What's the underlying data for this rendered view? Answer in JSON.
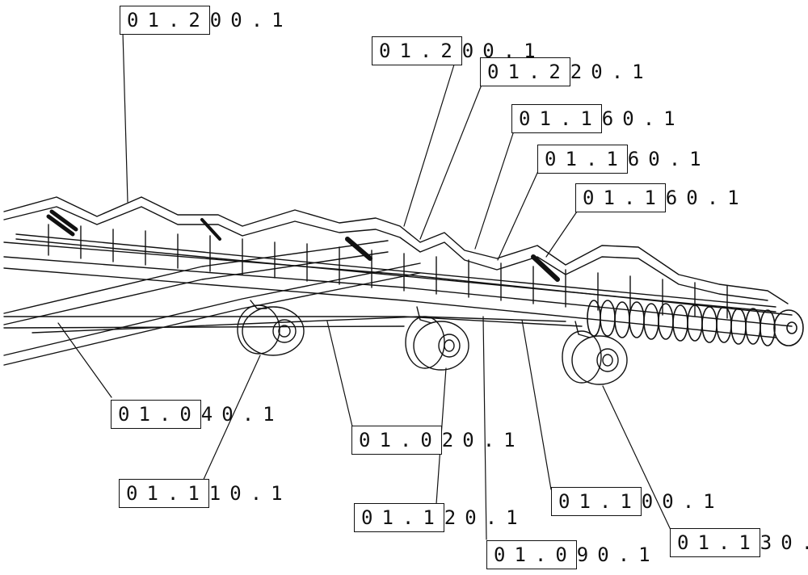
{
  "labels": [
    {
      "id": "l1",
      "boxed": "01.2",
      "rest": "00.1"
    },
    {
      "id": "l2",
      "boxed": "01.2",
      "rest": "00.1"
    },
    {
      "id": "l3",
      "boxed": "01.2",
      "rest": "20.1"
    },
    {
      "id": "l4",
      "boxed": "01.1",
      "rest": "60.1"
    },
    {
      "id": "l5",
      "boxed": "01.1",
      "rest": "60.1"
    },
    {
      "id": "l6",
      "boxed": "01.1",
      "rest": "60.1"
    },
    {
      "id": "l7",
      "boxed": "01.0",
      "rest": "40.1"
    },
    {
      "id": "l8",
      "boxed": "01.0",
      "rest": "20.1"
    },
    {
      "id": "l9",
      "boxed": "01.1",
      "rest": "10.1"
    },
    {
      "id": "l10",
      "boxed": "01.1",
      "rest": "20.1"
    },
    {
      "id": "l11",
      "boxed": "01.1",
      "rest": "00.1"
    },
    {
      "id": "l12",
      "boxed": "01.0",
      "rest": "90.1"
    },
    {
      "id": "l13",
      "boxed": "01.1",
      "rest": "30."
    }
  ]
}
